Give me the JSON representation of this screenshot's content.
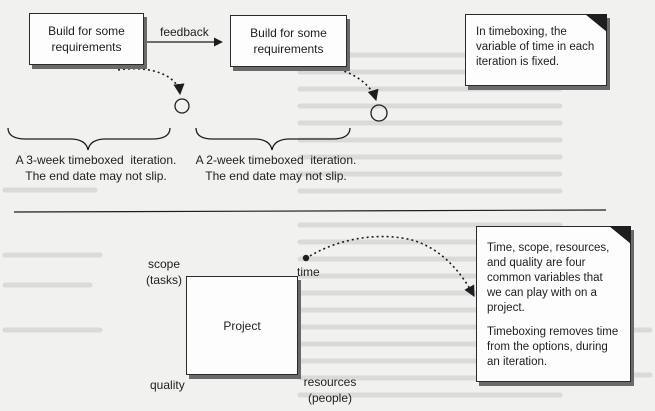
{
  "boxes": {
    "build_first": "Build for some requirements",
    "build_second": "Build for some requirements"
  },
  "arrow_label": "feedback",
  "notes": {
    "timeboxing_top": "In timeboxing, the variable of time in each iteration is fixed.",
    "variables_para1": "Time, scope, resources, and quality are four common variables that we can play with on a project.",
    "variables_para2": "Timeboxing removes time from the options, during an iteration."
  },
  "iterations": {
    "three_week_line1": "A 3-week timeboxed  iteration.",
    "three_week_line2": "The end date may not slip.",
    "two_week_line1": "A 2-week timeboxed  iteration.",
    "two_week_line2": "The end date may not slip."
  },
  "project": {
    "title": "Project",
    "scope": "scope",
    "scope_sub": "(tasks)",
    "time": "time",
    "quality": "quality",
    "resources": "resources",
    "resources_sub": "(people)"
  },
  "colors": {
    "paper": "#f1f1ef",
    "ink": "#1e1e1e",
    "box_fill": "#fdfdfd",
    "shadow": "#6a6a6a",
    "faded_print": "#c9c9c7"
  }
}
